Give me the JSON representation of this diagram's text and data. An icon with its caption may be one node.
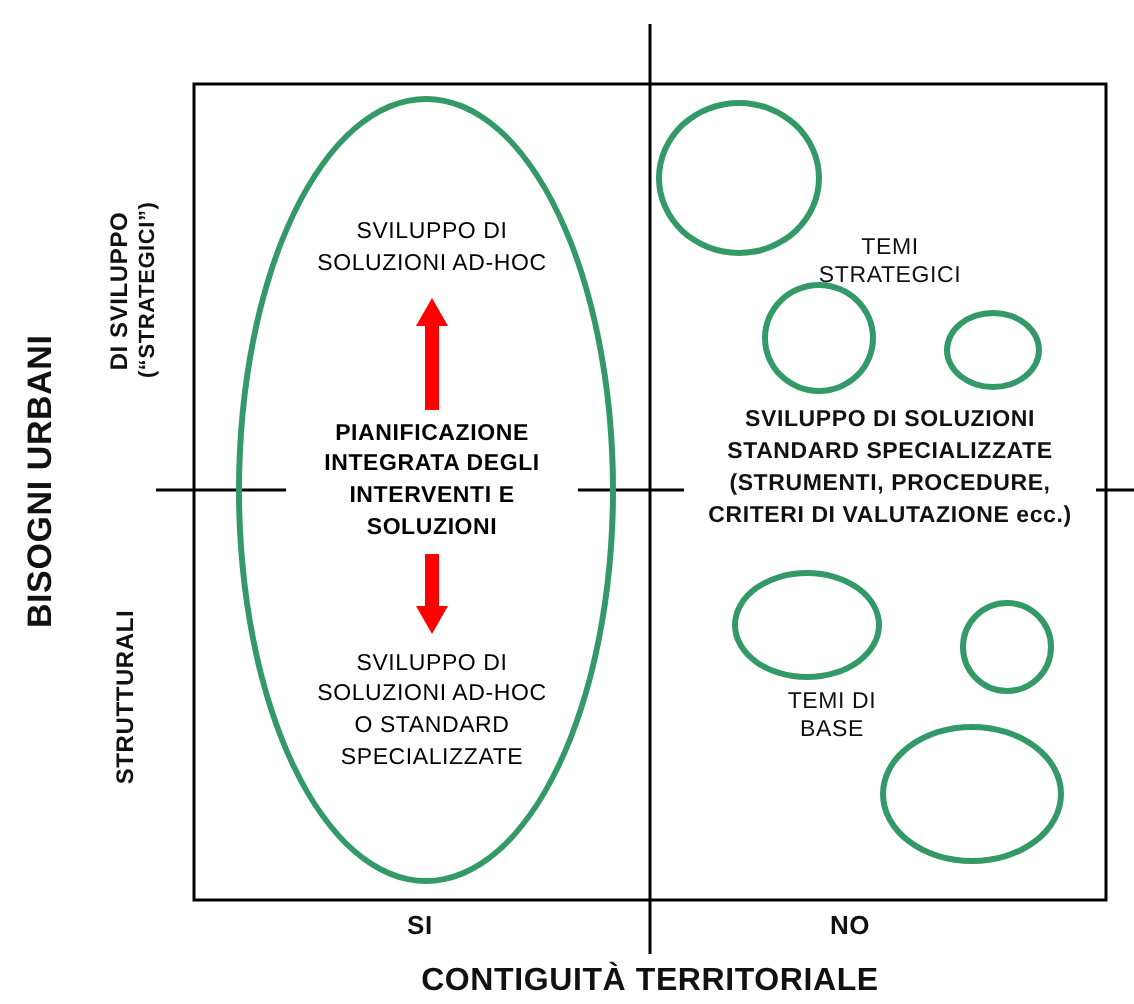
{
  "diagram": {
    "nodes": [
      {
        "text": [],
        "shape": "ellipse"
      },
      {
        "text": [
          "SVILUPPO DI SOLUZIONI AD-HOC"
        ],
        "in": 0
      },
      {
        "text": [
          "PIANIFICAZIONE INTEGRATA DEGLI INTERVENTI E SOLUZIONI"
        ],
        "in": 0
      },
      {
        "text": [
          "SVILUPPO DI SOLUZIONI AD-HOC O STANDARD SPECIALIZZATE"
        ],
        "in": 0
      },
      {
        "text": [],
        "shape": "ellipse"
      },
      {
        "text": [],
        "shape": "ellipse"
      },
      {
        "text": [],
        "shape": "ellipse"
      },
      {
        "text": [],
        "shape": "ellipse"
      },
      {
        "text": [],
        "shape": "ellipse"
      },
      {
        "text": [],
        "shape": "ellipse"
      }
    ],
    "edges": [
      {
        "from": 2,
        "to": 1,
        "arrow": "to",
        "color": "#ff0000"
      },
      {
        "from": 2,
        "to": 3,
        "arrow": "to",
        "color": "#ff0000"
      }
    ],
    "labels": [
      "BISOGNI URBANI",
      "DI SVILUPPO",
      "(“STRATEGICI”)",
      "STRUTTURALI",
      "TEMI STRATEGICI",
      "SVILUPPO DI SOLUZIONI STANDARD SPECIALIZZATE (STRUMENTI, PROCEDURE, CRITERI DI VALUTAZIONE ecc.)",
      "TEMI DI BASE",
      "SI",
      "NO",
      "CONTIGUITÀ TERRITORIALE"
    ]
  }
}
